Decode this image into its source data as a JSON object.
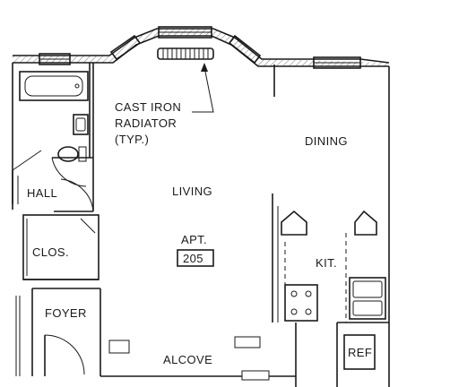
{
  "labels": {
    "radiator_line1": "CAST IRON",
    "radiator_line2": "RADIATOR",
    "radiator_line3": "(TYP.)",
    "dining": "DINING",
    "hall": "HALL",
    "living": "LIVING",
    "apt": "APT.",
    "apt_number": "205",
    "clos": "CLOS.",
    "kit": "KIT.",
    "foyer": "FOYER",
    "alcove": "ALCOVE",
    "ref": "REF"
  }
}
